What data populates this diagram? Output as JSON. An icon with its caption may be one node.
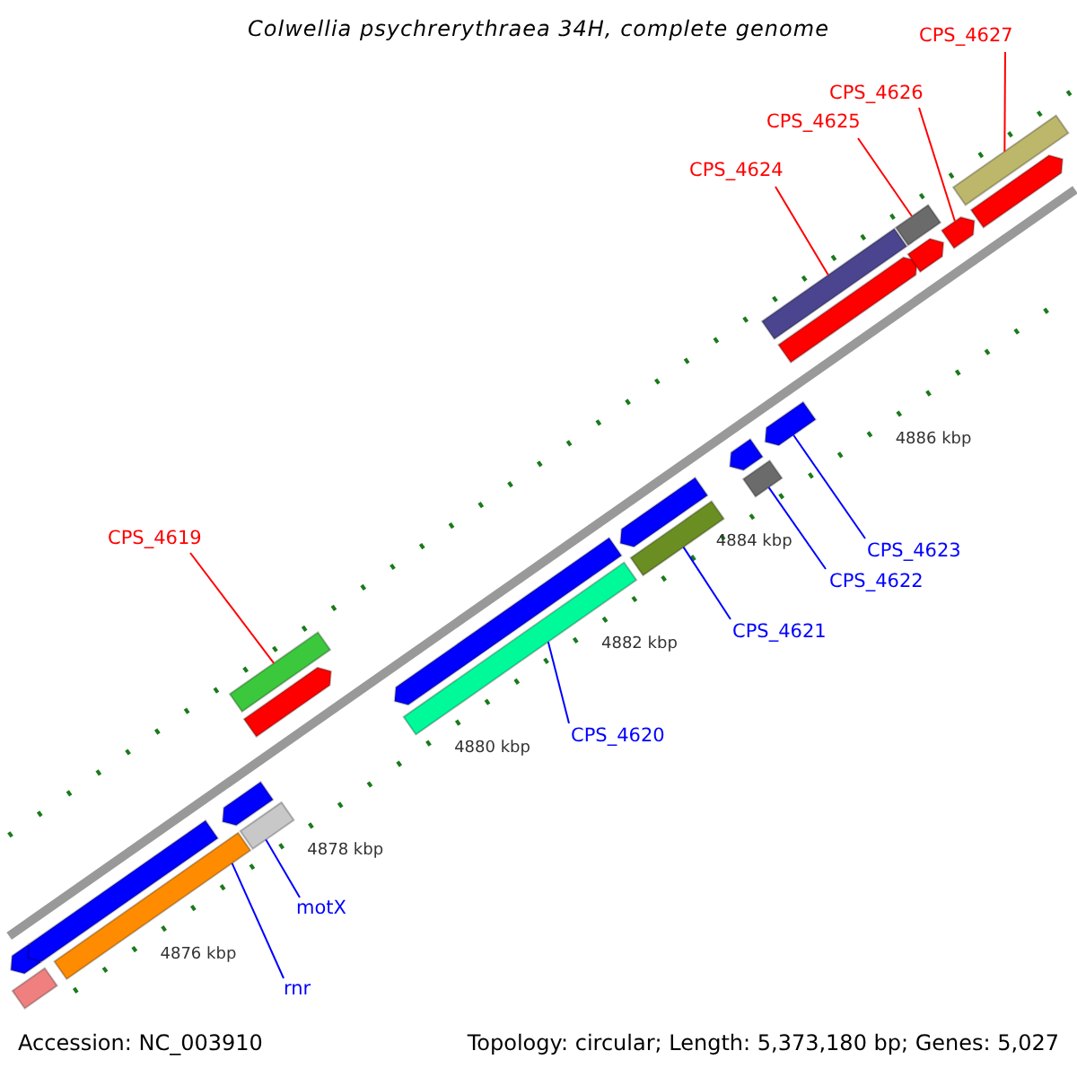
{
  "diagram": {
    "title": "Colwellia psychrerythraea 34H, complete genome",
    "nodes": [
      {
        "text": [
          "CPS_4627"
        ]
      },
      {
        "text": [],
        "shape": "bar"
      },
      {
        "text": [
          "CPS_4626"
        ]
      },
      {
        "text": [],
        "shape": "pentagon"
      },
      {
        "text": [
          "CPS_4625"
        ]
      },
      {
        "text": [],
        "shape": "bar"
      },
      {
        "text": [
          "CPS_4624"
        ]
      },
      {
        "text": [],
        "shape": "bar"
      },
      {
        "text": [
          "CPS_4619"
        ]
      },
      {
        "text": [],
        "shape": "bar"
      },
      {
        "text": [
          "CPS_4623"
        ]
      },
      {
        "text": [],
        "shape": "pentagon"
      },
      {
        "text": [
          "CPS_4622"
        ]
      },
      {
        "text": [],
        "shape": "bar"
      },
      {
        "text": [
          "CPS_4621"
        ]
      },
      {
        "text": [],
        "shape": "bar"
      },
      {
        "text": [
          "CPS_4620"
        ]
      },
      {
        "text": [],
        "shape": "bar"
      },
      {
        "text": [
          "motX"
        ]
      },
      {
        "text": [],
        "shape": "bar"
      },
      {
        "text": [
          "rnr"
        ]
      },
      {
        "text": [],
        "shape": "bar"
      },
      {
        "text": [],
        "shape": "bar"
      },
      {
        "text": [],
        "shape": "pentagon"
      },
      {
        "text": [],
        "shape": "pentagon"
      },
      {
        "text": [],
        "shape": "pentagon"
      },
      {
        "text": [],
        "shape": "pentagon"
      },
      {
        "text": [],
        "shape": "pentagon"
      },
      {
        "text": [],
        "shape": "pentagon"
      },
      {
        "text": [],
        "shape": "pentagon"
      },
      {
        "text": [],
        "shape": "pentagon"
      },
      {
        "text": [],
        "shape": "pentagon"
      },
      {
        "text": [],
        "shape": "pentagon"
      }
    ],
    "edges": [
      {
        "from": 0,
        "to": 1,
        "arrow": "none",
        "color": "#ff0000"
      },
      {
        "from": 2,
        "to": 3,
        "arrow": "none",
        "color": "#ff0000"
      },
      {
        "from": 4,
        "to": 5,
        "arrow": "none",
        "color": "#ff0000"
      },
      {
        "from": 6,
        "to": 7,
        "arrow": "none",
        "color": "#ff0000"
      },
      {
        "from": 8,
        "to": 9,
        "arrow": "none",
        "color": "#ff0000"
      },
      {
        "from": 10,
        "to": 11,
        "arrow": "none"
      },
      {
        "from": 12,
        "to": 13,
        "arrow": "none"
      },
      {
        "from": 14,
        "to": 15,
        "arrow": "none"
      },
      {
        "from": 16,
        "to": 17,
        "arrow": "none"
      },
      {
        "from": 18,
        "to": 19,
        "arrow": "none"
      },
      {
        "from": 20,
        "to": 21,
        "arrow": "none"
      }
    ],
    "labels": [
      "4886 kbp",
      "4884 kbp",
      "4882 kbp",
      "4880 kbp",
      "4878 kbp",
      "4876 kbp",
      "Accession: NC_003910",
      "Topology: circular; Length: 5,373,180 bp; Genes: 5,027"
    ]
  }
}
